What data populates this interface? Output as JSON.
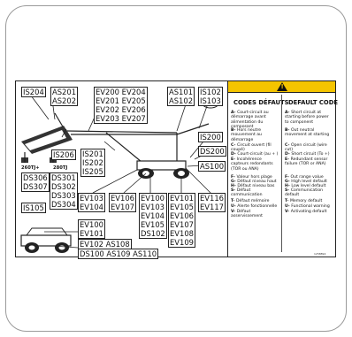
{
  "labels": {
    "is204": "IS204",
    "as201_as202": [
      "AS201",
      "AS202"
    ],
    "ev200_group": [
      "EV200 EV204",
      "EV201 EV205",
      "EV202 EV206",
      "EV203 EV207"
    ],
    "as101_as102": [
      "AS101",
      "AS102"
    ],
    "is102_is103": [
      "IS102",
      "IS103"
    ],
    "is206": "IS206",
    "is201_group": [
      "IS201",
      "IS202",
      "IS205"
    ],
    "is200": "IS200",
    "ds200": "DS200",
    "as100": "AS100",
    "jack_left_tag": "260TJ+",
    "jack_right_tag": "280TJ",
    "ds306_group": [
      "DS306",
      "DS307"
    ],
    "ds301_group": [
      "DS301",
      "DS302",
      "DS303",
      "DS304"
    ],
    "is105": "IS105",
    "ev103_group": [
      "EV103",
      "EV104"
    ],
    "ev106_group": [
      "EV106",
      "EV107"
    ],
    "ev100_group": [
      "EV100",
      "EV103",
      "EV104",
      "EV105",
      "DS102"
    ],
    "ev101_group": [
      "EV101",
      "EV105",
      "EV106",
      "EV107",
      "EV108",
      "EV109"
    ],
    "ev116_group": [
      "EV116",
      "EV117"
    ],
    "ev100_lower": [
      "EV100",
      "EV101"
    ],
    "ev102_row": "EV102 AS108",
    "ds100_row": "DS100 AS109 AS110"
  },
  "legend": {
    "header_fr": "CODES DÉFAUTS",
    "header_en": "DEFAULT CODE",
    "items_fr": [
      {
        "key": "A-",
        "text": "Court-circuit au démarrage avant alimentation du composant"
      },
      {
        "key": "B-",
        "text": "Hors neutre mouvement au démarrage"
      },
      {
        "key": "C-",
        "text": "Circuit ouvert (fil coupé)"
      },
      {
        "key": "D-",
        "text": "Court-circuit (au + )"
      },
      {
        "key": "E-",
        "text": "Incohérence capteurs redondants (TOR ou ANA)"
      },
      {
        "key": "F-",
        "text": "Valeur hors plage"
      },
      {
        "key": "G-",
        "text": "Défaut niveau haut"
      },
      {
        "key": "H-",
        "text": "Défaut niveau bas"
      },
      {
        "key": "S-",
        "text": "Défaut communication"
      },
      {
        "key": "T-",
        "text": "Défaut mémoire"
      },
      {
        "key": "U-",
        "text": "Alerte fonctionnelle"
      },
      {
        "key": "V-",
        "text": "Défaut asservissement"
      }
    ],
    "items_en": [
      {
        "key": "A-",
        "text": "Short circuit at starting before power to component"
      },
      {
        "key": "B-",
        "text": "Out neutral movement at starting"
      },
      {
        "key": "C-",
        "text": "Open circuit (wire cut)"
      },
      {
        "key": "D-",
        "text": "Short circuit (To +)"
      },
      {
        "key": "E-",
        "text": "Redundant sensor failure (TOR or ANA)"
      },
      {
        "key": "F-",
        "text": "Out range value"
      },
      {
        "key": "G-",
        "text": "High level default"
      },
      {
        "key": "H-",
        "text": "Low level default"
      },
      {
        "key": "S-",
        "text": "Communication default"
      },
      {
        "key": "T-",
        "text": "Memory default"
      },
      {
        "key": "U-",
        "text": "Functional warning"
      },
      {
        "key": "V-",
        "text": "Activating default"
      }
    ]
  },
  "part_number": "1258894"
}
